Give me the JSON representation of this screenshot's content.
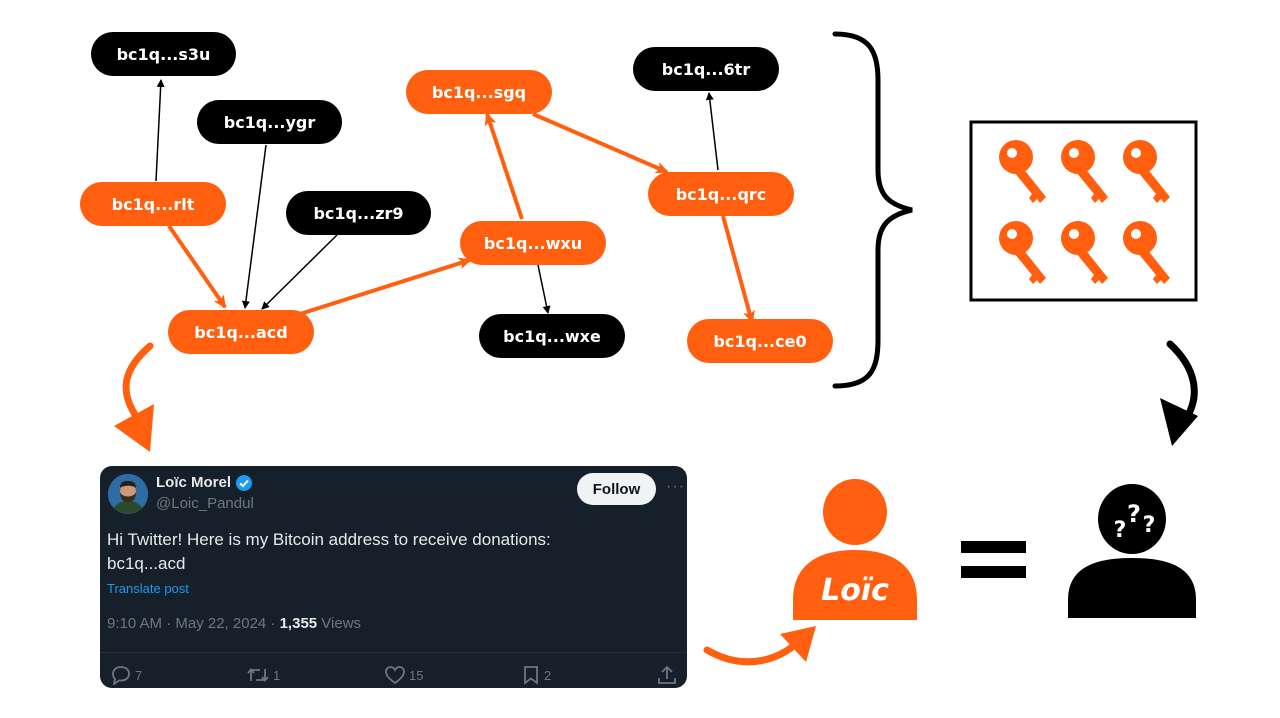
{
  "graph": {
    "nodes": [
      {
        "id": "s3u",
        "label": "bc1q...s3u",
        "color": "black"
      },
      {
        "id": "ygr",
        "label": "bc1q...ygr",
        "color": "black"
      },
      {
        "id": "zr9",
        "label": "bc1q...zr9",
        "color": "black"
      },
      {
        "id": "rlt",
        "label": "bc1q...rlt",
        "color": "orange"
      },
      {
        "id": "acd",
        "label": "bc1q...acd",
        "color": "orange"
      },
      {
        "id": "sgq",
        "label": "bc1q...sgq",
        "color": "orange"
      },
      {
        "id": "wxu",
        "label": "bc1q...wxu",
        "color": "orange"
      },
      {
        "id": "wxe",
        "label": "bc1q...wxe",
        "color": "black"
      },
      {
        "id": "6tr",
        "label": "bc1q...6tr",
        "color": "black"
      },
      {
        "id": "qrc",
        "label": "bc1q...qrc",
        "color": "orange"
      },
      {
        "id": "ce0",
        "label": "bc1q...ce0",
        "color": "orange"
      }
    ]
  },
  "tweet": {
    "name": "Loïc Morel",
    "handle": "@Loic_Pandul",
    "follow_label": "Follow",
    "more_label": "···",
    "body_line1": "Hi Twitter! Here is my Bitcoin address to receive donations:",
    "body_line2": "bc1q...acd",
    "translate_label": "Translate post",
    "time": "9:10 AM · May 22, 2024 · ",
    "views_count": "1,355",
    "views_label": " Views",
    "replies": "7",
    "reposts": "1",
    "likes": "15",
    "bookmarks": "2"
  },
  "person_label": "Loïc",
  "colors": {
    "orange": "#ff5f0f",
    "black": "#000000",
    "tweet_bg": "#16202b",
    "link_blue": "#1d9bf0"
  },
  "icons": [
    "key-icon",
    "person-icon",
    "unknown-person-icon",
    "equals-icon",
    "curly-brace-icon",
    "verified-badge-icon",
    "reply-icon",
    "repost-icon",
    "like-icon",
    "bookmark-icon",
    "share-icon"
  ]
}
